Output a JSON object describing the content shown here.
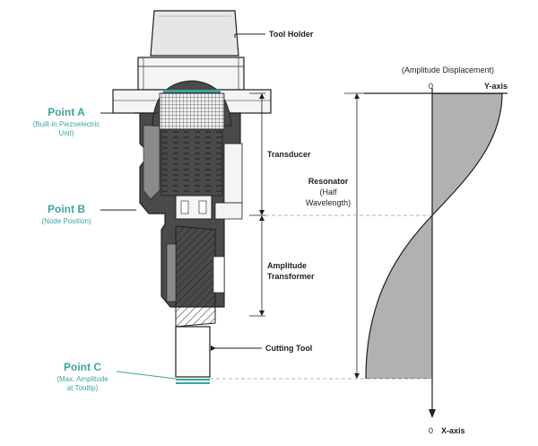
{
  "labels": {
    "tool_holder": "Tool Holder",
    "transducer": "Transducer",
    "amplitude_transformer_line1": "Amplitude",
    "amplitude_transformer_line2": "Transformer",
    "cutting_tool": "Cutting Tool",
    "resonator_line1": "Resonator",
    "resonator_line2": "(Half",
    "resonator_line3": "Wavelength)"
  },
  "points": {
    "a": {
      "title": "Point A",
      "sub1": "(Built-in Piezoelectric",
      "sub2": "Unit)"
    },
    "b": {
      "title": "Point B",
      "sub1": "(Node Position)"
    },
    "c": {
      "title": "Point C",
      "sub1": "(Max. Amplitude",
      "sub2": "at Tooltip)"
    }
  },
  "graph": {
    "caption": "(Amplitude Displacement)",
    "y_axis_label": "Y-axis",
    "x_axis_label": "X-axis",
    "origin_top": "0",
    "origin_bottom": "0"
  },
  "colors": {
    "line": "#1f1f1f",
    "dark_fill": "#4a4a4a",
    "mid_fill": "#8a8a8a",
    "light_fill": "#d9d9d9",
    "teal": "#3aa6a0",
    "dash": "#9a9a9a"
  }
}
